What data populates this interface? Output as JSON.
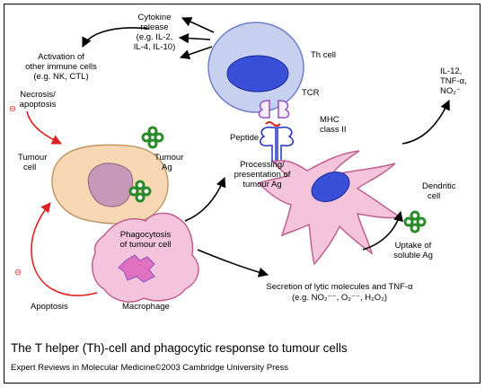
{
  "labels": {
    "cytokine": [
      "Cytokine",
      "release",
      "(e.g. IL-2,",
      "IL-4, IL-10)"
    ],
    "th_cell": "Th cell",
    "activation": [
      "Activation of",
      "other immune cells",
      "(e.g. NK, CTL)"
    ],
    "necrosis": [
      "Necrosis/",
      "apoptosis"
    ],
    "tcr": "TCR",
    "il12": [
      "IL-12,",
      "TNF-α,",
      "NO₂⁻"
    ],
    "mhc": [
      "MHC",
      "class II"
    ],
    "peptide": "Peptide",
    "tumour_cell": [
      "Tumour",
      "cell"
    ],
    "tumour_ag": [
      "Tumour",
      "Ag"
    ],
    "processing": [
      "Processing/",
      "presentation of",
      "tumour Ag"
    ],
    "dendritic": [
      "Dendritic",
      "cell"
    ],
    "phagocytosis": [
      "Phagocytosis",
      "of tumour cell"
    ],
    "uptake": [
      "Uptake of",
      "soluble Ag"
    ],
    "secretion": [
      "Secretion of lytic molecules and TNF-α",
      "(e.g. NO₂⁻⁻, O₂⁻⁻, H₂O₂)"
    ],
    "apoptosis": "Apoptosis",
    "macrophage": "Macrophage",
    "inhibit_symbol": "⊖"
  },
  "caption": "The T helper (Th)-cell and phagocytic response to tumour cells",
  "credit": "Expert Reviews in Molecular Medicine©2003 Cambridge University Press",
  "colors": {
    "th_cell_fill": "#c8d0f0",
    "nucleus_fill": "#3a4fd8",
    "dendritic_fill": "#f4c4dc",
    "tumour_fill": "#f8d8b4",
    "tumour_nucleus": "#c898b8",
    "macrophage_fill": "#f4c4dc",
    "antigen_green": "#2a8a2a",
    "red_arrow": "#e02020",
    "tcr_purple": "#9050c0",
    "mhc_blue": "#2030c0"
  }
}
